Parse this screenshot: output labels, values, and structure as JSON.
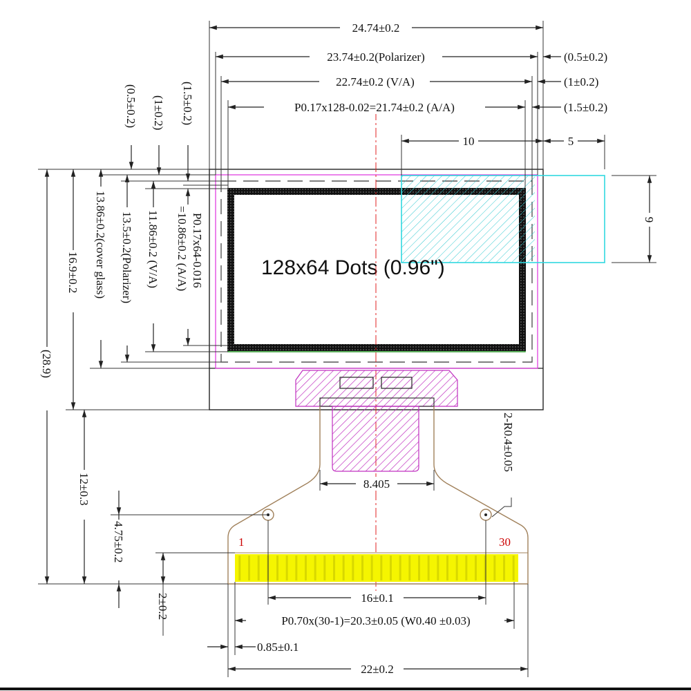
{
  "drawing": {
    "display_label": "128x64 Dots (0.96\")",
    "widths": {
      "total": "24.74±0.2",
      "polarizer": "23.74±0.2(Polarizer)",
      "va": "22.74±0.2 (V/A)",
      "aa": "P0.17x128-0.02=21.74±0.2 (A/A)",
      "off_05": "(0.5±0.2)",
      "off_1": "(1±0.2)",
      "off_15": "(1.5±0.2)",
      "ten": "10",
      "five": "5",
      "nine": "9"
    },
    "heights": {
      "off_05": "(0.5±0.2)",
      "off_1": "(1±0.2)",
      "off_15": "(1.5±0.2)",
      "total": "(28.9)",
      "panel": "16.9±0.2",
      "cover_glass": "13.86±0.2(cover glass)",
      "polarizer": "13.5±0.2(Polarizer)",
      "va": "11.86±0.2 (V/A)",
      "aa_line1": "P0.17x64-0.016",
      "aa_line2": "=10.86±0.2 (A/A)",
      "fpc": "12±0.3",
      "holes": "4.75±0.2",
      "pads": "2±0.2"
    },
    "fpc": {
      "width": "8.405",
      "radius": "2-R0.4±0.05",
      "pin_first": "1",
      "pin_last": "30",
      "hole_spacing": "16±0.1",
      "pitch": "P0.70x(30-1)=20.3±0.05 (W0.40 ±0.03)",
      "edge": "0.85±0.1",
      "total": "22±0.2"
    },
    "colors": {
      "outline": "#222222",
      "polarizer": "#e040e0",
      "active_area": "#2a9a2a",
      "pads": "#f5f500",
      "cyan_box": "#30d8e0",
      "fpc_trace": "#a0805a",
      "pin_label": "#cc0000",
      "center_line": "#e02020"
    }
  }
}
